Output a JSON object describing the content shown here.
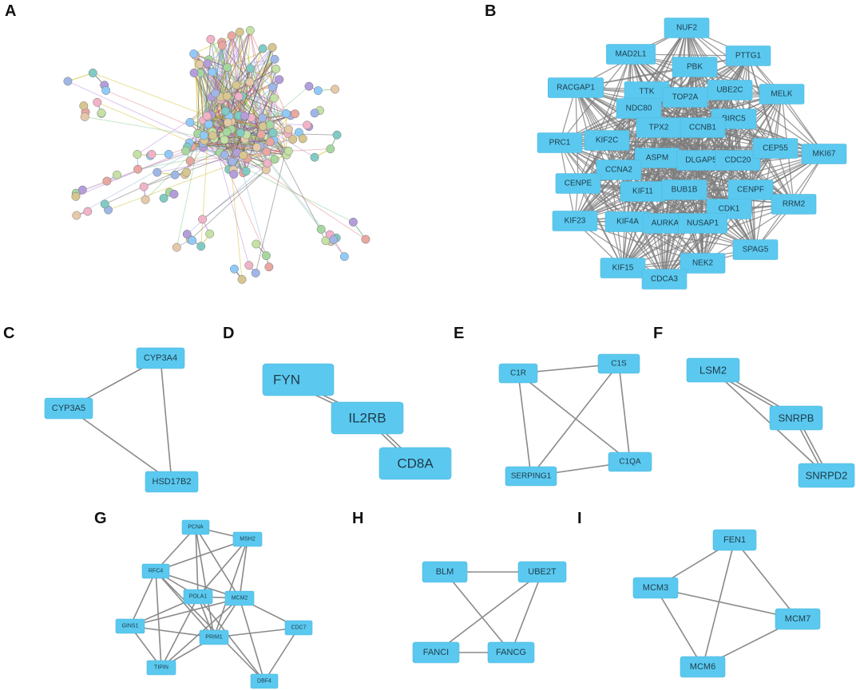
{
  "panel_labels": {
    "a": "A",
    "b": "B",
    "c": "C",
    "d": "D",
    "e": "E",
    "f": "F",
    "g": "G",
    "h": "H",
    "i": "I"
  },
  "colors": {
    "node_fill": "#5bc9ef",
    "edge": "#8a8a8a",
    "text": "#1e3a4a"
  },
  "panel_a": {
    "description_kind": "STRING protein-protein interaction network (colored balls, colored edges)"
  },
  "panel_b": {
    "nodes": [
      "NUF2",
      "MAD2L1",
      "PTTG1",
      "PBK",
      "RACGAP1",
      "TTK",
      "UBE2C",
      "MELK",
      "TOP2A",
      "NDC80",
      "BIRC5",
      "TPX2",
      "CCNB1",
      "PRC1",
      "KIF2C",
      "ASPM",
      "DLGAP5",
      "CDC20",
      "CEP55",
      "MKI67",
      "CCNA2",
      "CENPE",
      "KIF11",
      "BUB1B",
      "CENPF",
      "CDK1",
      "RRM2",
      "KIF23",
      "KIF4A",
      "AURKA",
      "NUSAP1",
      "SPAG5",
      "NEK2",
      "KIF15",
      "CDCA3"
    ]
  },
  "panel_c": {
    "nodes": [
      "CYP3A4",
      "CYP3A5",
      "HSD17B2"
    ],
    "edges": [
      [
        "CYP3A4",
        "CYP3A5"
      ],
      [
        "CYP3A4",
        "HSD17B2"
      ],
      [
        "CYP3A5",
        "HSD17B2"
      ]
    ]
  },
  "panel_d": {
    "nodes": [
      "FYN",
      "IL2RB",
      "CD8A"
    ],
    "edges": [
      [
        "FYN",
        "IL2RB"
      ],
      [
        "IL2RB",
        "CD8A"
      ]
    ]
  },
  "panel_e": {
    "nodes": [
      "C1R",
      "C1S",
      "SERPING1",
      "C1QA"
    ],
    "edges": [
      [
        "C1R",
        "C1S"
      ],
      [
        "C1R",
        "SERPING1"
      ],
      [
        "C1R",
        "C1QA"
      ],
      [
        "C1S",
        "SERPING1"
      ],
      [
        "C1S",
        "C1QA"
      ],
      [
        "SERPING1",
        "C1QA"
      ]
    ]
  },
  "panel_f": {
    "nodes": [
      "LSM2",
      "SNRPB",
      "SNRPD2"
    ],
    "edges": [
      [
        "LSM2",
        "SNRPB"
      ],
      [
        "SNRPB",
        "SNRPD2"
      ],
      [
        "LSM2",
        "SNRPD2"
      ]
    ]
  },
  "panel_g": {
    "nodes": [
      "PCNA",
      "MSH2",
      "RFC4",
      "POLA1",
      "MCM2",
      "GINS1",
      "PRIM1",
      "CDC7",
      "TIPIN",
      "DBF4"
    ],
    "edges": [
      [
        "PCNA",
        "MSH2"
      ],
      [
        "PCNA",
        "RFC4"
      ],
      [
        "PCNA",
        "POLA1"
      ],
      [
        "PCNA",
        "MCM2"
      ],
      [
        "PCNA",
        "PRIM1"
      ],
      [
        "MSH2",
        "RFC4"
      ],
      [
        "MSH2",
        "POLA1"
      ],
      [
        "MSH2",
        "MCM2"
      ],
      [
        "MSH2",
        "PRIM1"
      ],
      [
        "RFC4",
        "POLA1"
      ],
      [
        "RFC4",
        "MCM2"
      ],
      [
        "RFC4",
        "PRIM1"
      ],
      [
        "RFC4",
        "GINS1"
      ],
      [
        "RFC4",
        "TIPIN"
      ],
      [
        "POLA1",
        "MCM2"
      ],
      [
        "POLA1",
        "PRIM1"
      ],
      [
        "POLA1",
        "GINS1"
      ],
      [
        "POLA1",
        "DBF4"
      ],
      [
        "MCM2",
        "PRIM1"
      ],
      [
        "MCM2",
        "CDC7"
      ],
      [
        "MCM2",
        "GINS1"
      ],
      [
        "MCM2",
        "TIPIN"
      ],
      [
        "MCM2",
        "DBF4"
      ],
      [
        "GINS1",
        "PRIM1"
      ],
      [
        "GINS1",
        "TIPIN"
      ],
      [
        "PRIM1",
        "CDC7"
      ],
      [
        "PRIM1",
        "TIPIN"
      ],
      [
        "CDC7",
        "DBF4"
      ],
      [
        "POLA1",
        "TIPIN"
      ],
      [
        "RFC4",
        "DBF4"
      ]
    ]
  },
  "panel_h": {
    "nodes": [
      "BLM",
      "UBE2T",
      "FANCI",
      "FANCG"
    ],
    "edges": [
      [
        "BLM",
        "UBE2T"
      ],
      [
        "BLM",
        "FANCG"
      ],
      [
        "UBE2T",
        "FANCI"
      ],
      [
        "UBE2T",
        "FANCG"
      ],
      [
        "FANCI",
        "FANCG"
      ]
    ]
  },
  "panel_i": {
    "nodes": [
      "FEN1",
      "MCM3",
      "MCM7",
      "MCM6"
    ],
    "edges": [
      [
        "FEN1",
        "MCM3"
      ],
      [
        "FEN1",
        "MCM7"
      ],
      [
        "FEN1",
        "MCM6"
      ],
      [
        "MCM3",
        "MCM7"
      ],
      [
        "MCM3",
        "MCM6"
      ],
      [
        "MCM7",
        "MCM6"
      ]
    ]
  }
}
